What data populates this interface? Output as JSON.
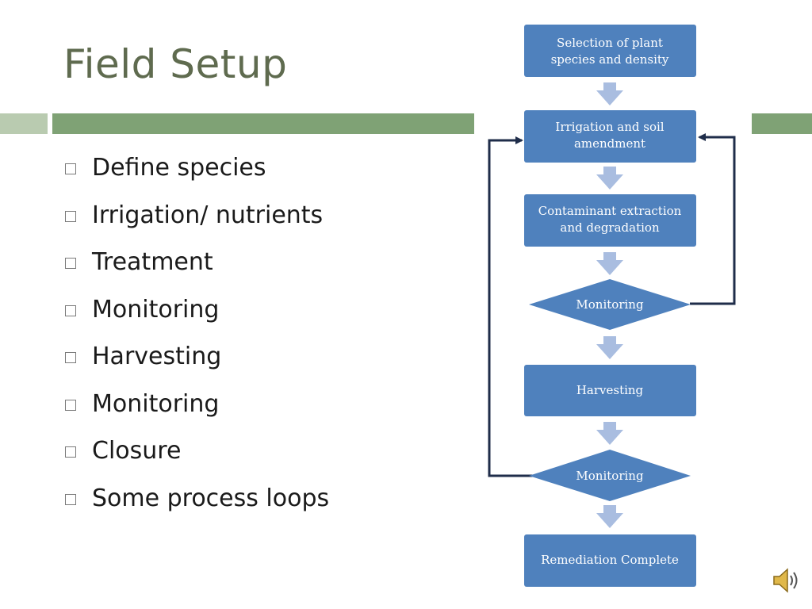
{
  "slide": {
    "title": "Field Setup"
  },
  "bullets": [
    "Define species",
    "Irrigation/ nutrients",
    "Treatment",
    "Monitoring",
    "Harvesting",
    "Monitoring",
    "Closure",
    "Some process loops"
  ],
  "flowchart": {
    "step1_line1": "Selection of plant",
    "step1_line2": "species and density",
    "step2_line1": "Irrigation and soil",
    "step2_line2": "amendment",
    "step3_line1": "Contaminant extraction",
    "step3_line2": "and degradation",
    "decision1": "Monitoring",
    "step4": "Harvesting",
    "decision2": "Monitoring",
    "step5": "Remediation Complete"
  },
  "colors": {
    "title": "#5f6b4f",
    "band": "#7fa275",
    "band_light": "#b9cbb0",
    "node_fill": "#4f81bd",
    "arrow": "#a9bde0",
    "loop_line": "#1f2d4a"
  },
  "icons": {
    "speaker": "speaker-icon"
  }
}
